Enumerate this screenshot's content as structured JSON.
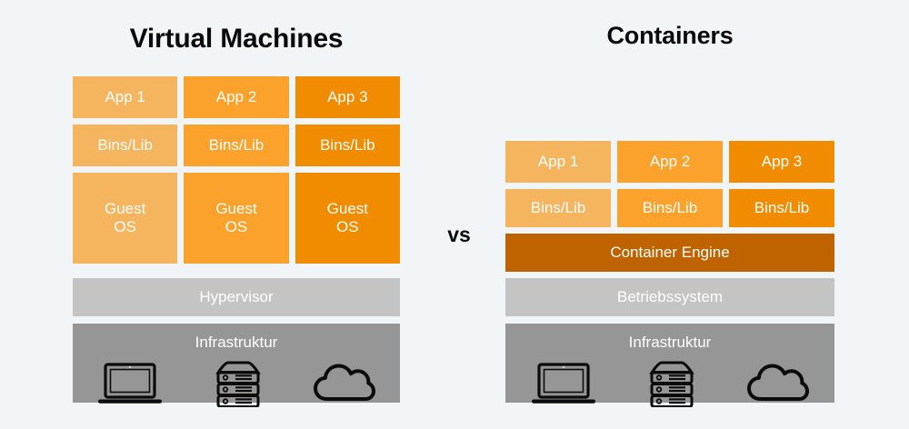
{
  "background_color": "#f2f5f8",
  "comparison": {
    "separator_label": "vs"
  },
  "left_panel": {
    "title": "Virtual Machines",
    "apps": [
      {
        "label": "App 1",
        "color": "#f5b45e"
      },
      {
        "label": "App 2",
        "color": "#faa22b"
      },
      {
        "label": "App 3",
        "color": "#f18c00"
      }
    ],
    "bins": [
      {
        "label": "Bins/Lib",
        "color": "#f5b45e"
      },
      {
        "label": "Bins/Lib",
        "color": "#faa22b"
      },
      {
        "label": "Bins/Lib",
        "color": "#f18c00"
      }
    ],
    "guests": [
      {
        "label": "Guest\nOS",
        "color": "#f5b45e"
      },
      {
        "label": "Guest\nOS",
        "color": "#faa22b"
      },
      {
        "label": "Guest\nOS",
        "color": "#f18c00"
      }
    ],
    "hypervisor": {
      "label": "Hypervisor",
      "color": "#c4c4c4"
    },
    "infrastructure": {
      "label": "Infrastruktur",
      "color": "#969696",
      "icons": [
        "laptop-icon",
        "server-icon",
        "cloud-icon"
      ]
    }
  },
  "right_panel": {
    "title": "Containers",
    "apps": [
      {
        "label": "App 1",
        "color": "#f5b45e"
      },
      {
        "label": "App 2",
        "color": "#faa22b"
      },
      {
        "label": "App 3",
        "color": "#f18c00"
      }
    ],
    "bins": [
      {
        "label": "Bins/Lib",
        "color": "#f5b45e"
      },
      {
        "label": "Bins/Lib",
        "color": "#faa22b"
      },
      {
        "label": "Bins/Lib",
        "color": "#f18c00"
      }
    ],
    "container_engine": {
      "label": "Container Engine",
      "color": "#bf6200"
    },
    "operating_system": {
      "label": "Betriebssystem",
      "color": "#c4c4c4"
    },
    "infrastructure": {
      "label": "Infrastruktur",
      "color": "#969696",
      "icons": [
        "laptop-icon",
        "server-icon",
        "cloud-icon"
      ]
    }
  }
}
